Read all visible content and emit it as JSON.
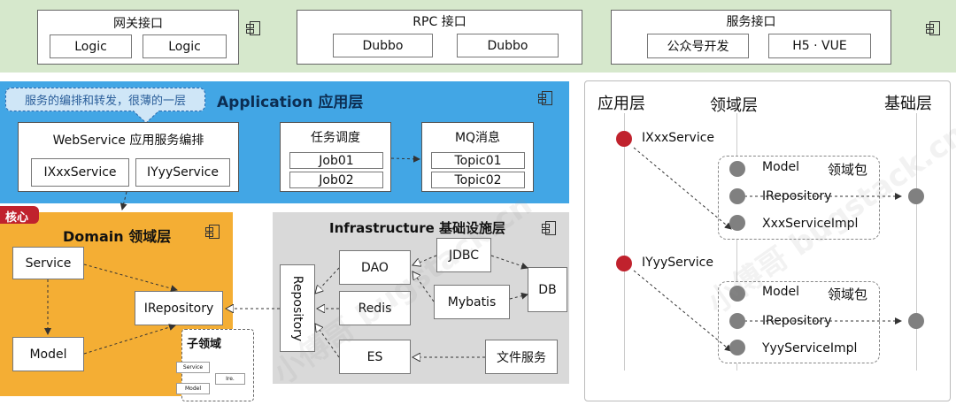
{
  "top": {
    "gateway": {
      "title": "网关接口",
      "items": [
        "Logic",
        "Logic"
      ]
    },
    "rpc": {
      "title": "RPC 接口",
      "items": [
        "Dubbo",
        "Dubbo"
      ]
    },
    "service": {
      "title": "服务接口",
      "items": [
        "公众号开发",
        "H5 · VUE"
      ]
    }
  },
  "application": {
    "title": "Application 应用层",
    "note": "服务的编排和转发，很薄的一层",
    "webservice": {
      "title": "WebService 应用服务编排",
      "items": [
        "IXxxService",
        "IYyyService"
      ]
    },
    "task": {
      "title": "任务调度",
      "items": [
        "Job01",
        "Job02"
      ]
    },
    "mq": {
      "title": "MQ消息",
      "items": [
        "Topic01",
        "Topic02"
      ]
    }
  },
  "domain": {
    "core_tag": "核心",
    "title": "Domain 领域层",
    "service": "Service",
    "irepository": "IRepository",
    "model": "Model",
    "subdomain": {
      "title": "子领域",
      "service": "Service",
      "ire": "Ire.",
      "model": "Model"
    }
  },
  "infra": {
    "title": "Infrastructure 基础设施层",
    "repository": "Repository",
    "dao": "DAO",
    "redis": "Redis",
    "es": "ES",
    "jdbc": "JDBC",
    "mybatis": "Mybatis",
    "db": "DB",
    "file": "文件服务"
  },
  "right": {
    "headers": {
      "app": "应用层",
      "domain": "领域层",
      "base": "基础层"
    },
    "group1": {
      "service": "IXxxService",
      "model": "Model",
      "pkg": "领域包",
      "repo": "IRepository",
      "impl": "XxxServiceImpl"
    },
    "group2": {
      "service": "IYyyService",
      "model": "Model",
      "pkg": "领域包",
      "repo": "IRepository",
      "impl": "YyyServiceImpl"
    }
  },
  "watermark": "小傅哥 bugstack.cn",
  "colors": {
    "top_band": "#d6e8cc",
    "application": "#42a6e5",
    "domain": "#f4ae34",
    "infra": "#d9d9d9",
    "core_tag": "#c0222d",
    "red_dot": "#c0222d"
  }
}
